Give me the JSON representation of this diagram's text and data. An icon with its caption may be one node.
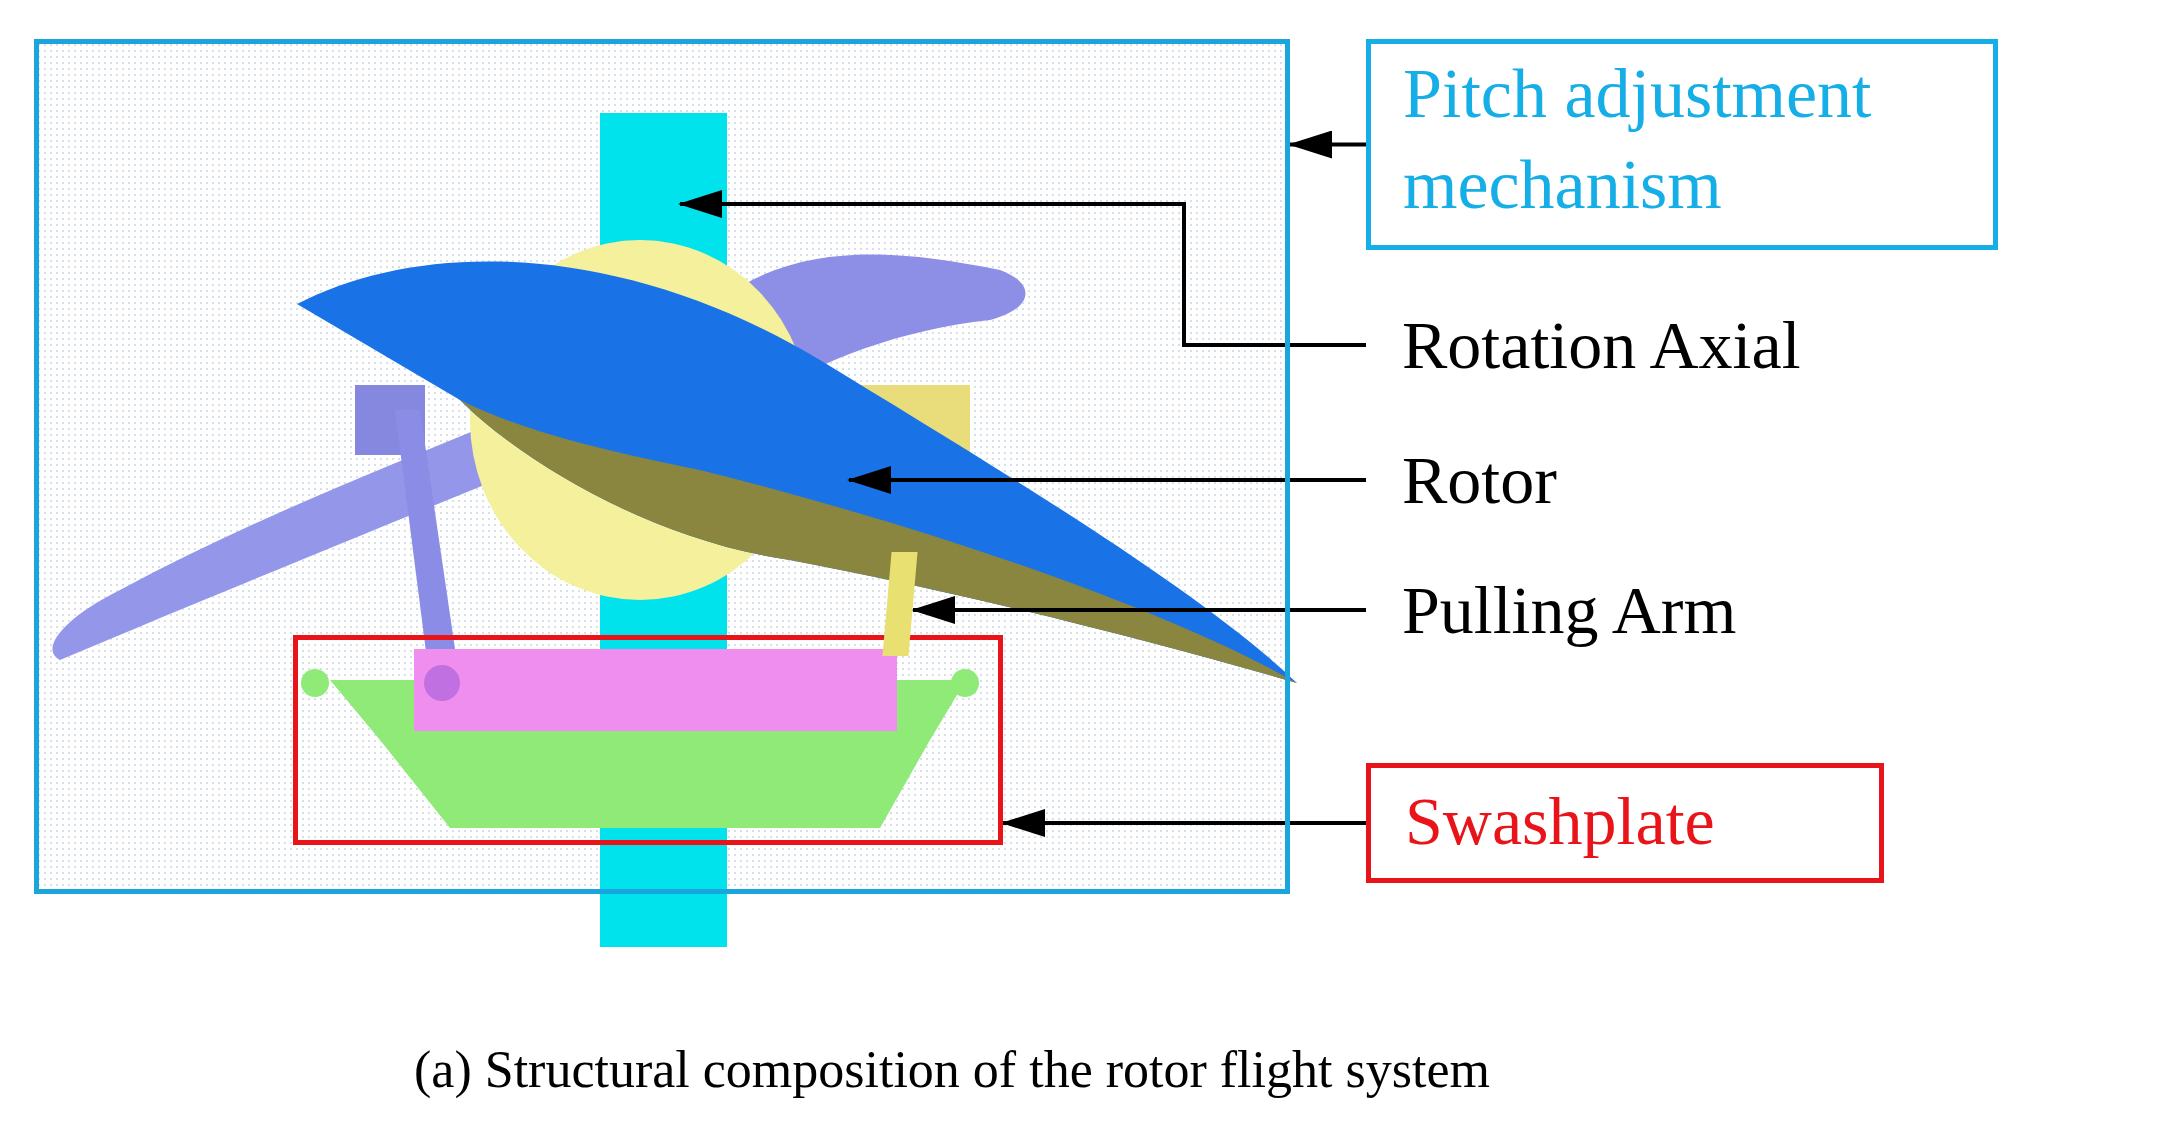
{
  "diagram": {
    "caption": "(a) Structural composition of the rotor flight system",
    "nodes": [
      {
        "text": [],
        "shape": "box"
      },
      {
        "text": [],
        "shape": "box",
        "in": 0
      },
      {
        "text": [
          "Pitch adjustment mechanism"
        ]
      },
      {
        "text": [
          "Rotation Axial"
        ]
      },
      {
        "text": [
          "Rotor"
        ]
      },
      {
        "text": [
          "Pulling Arm"
        ]
      },
      {
        "text": [
          "Swashplate"
        ]
      },
      {
        "text": [],
        "shape": "bar",
        "in": 0
      }
    ],
    "edges": [
      {
        "from": 2,
        "to": 0,
        "arrow": "to"
      },
      {
        "from": 3,
        "to": null,
        "arrow": "to"
      },
      {
        "from": 4,
        "to": null,
        "arrow": "to"
      },
      {
        "from": 5,
        "to": 7,
        "arrow": "to"
      },
      {
        "from": 6,
        "to": 1,
        "arrow": "to"
      }
    ]
  }
}
